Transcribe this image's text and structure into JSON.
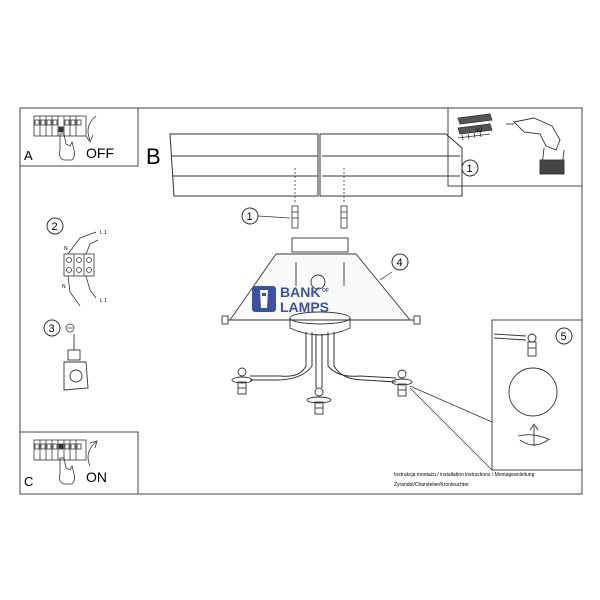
{
  "panels": {
    "a": {
      "letter": "A",
      "action": "OFF"
    },
    "b": {
      "letter": "B"
    },
    "c": {
      "letter": "C",
      "action": "ON"
    }
  },
  "steps": [
    "1",
    "2",
    "3",
    "4",
    "5"
  ],
  "tools": {
    "quantity": "x2"
  },
  "wiring": {
    "l1_top": "L 1",
    "n_top": "N",
    "n_bottom": "N",
    "l1_bottom": "L 1"
  },
  "watermark": {
    "line1": "BANK",
    "of": "OF",
    "line2": "LAMPS"
  },
  "footer": {
    "line1": "Instrukcja montażu / installation instructions / Montageanleitung",
    "line2": "Żyrandol/Chandelier/Kronleuchter"
  },
  "colors": {
    "line": "#333333",
    "watermark": "#3d52a0"
  }
}
